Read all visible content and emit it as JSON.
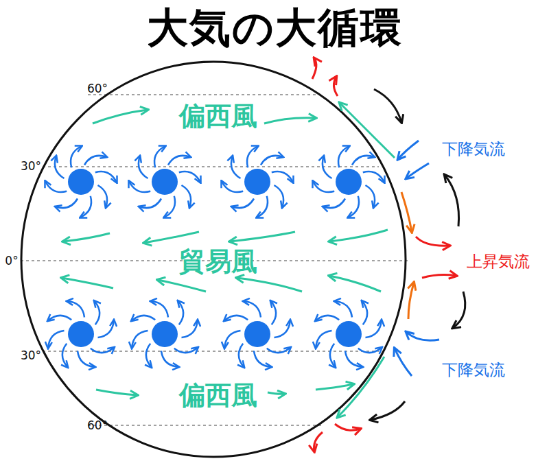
{
  "diagram": {
    "title": "大気の大循環",
    "labels": [
      "60°",
      "30°",
      "0°",
      "30°",
      "60°",
      "偏西風",
      "貿易風",
      "偏西風",
      "下降気流",
      "上昇気流",
      "下降気流"
    ]
  }
}
